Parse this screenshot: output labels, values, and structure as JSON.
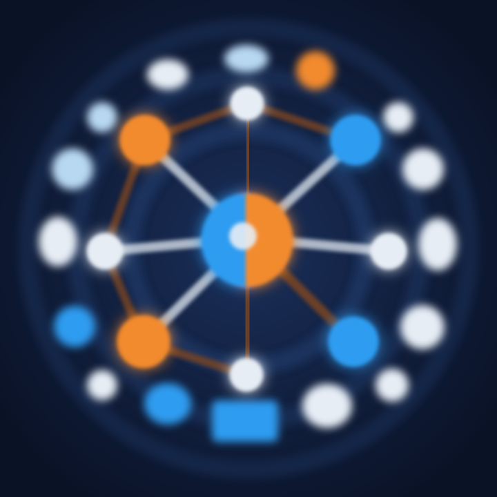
{
  "palette": {
    "background_center": "#1a2f5a",
    "background_edge": "#0a1226",
    "ring": "#1e3561",
    "orange": "#f28a2e",
    "blue": "#2f9cf0",
    "white": "#e6edf5",
    "pale_blue": "#b8d8f2",
    "link_white": "#c8d2de",
    "link_brown": "#7a4422"
  },
  "hub": {
    "name": "central-hub",
    "left_color": "blue",
    "right_color": "orange",
    "core_color": "white"
  },
  "inner_nodes": [
    {
      "name": "top-node",
      "color": "white",
      "shape": "circle"
    },
    {
      "name": "upper-left-node",
      "color": "orange",
      "shape": "circle"
    },
    {
      "name": "upper-right-node",
      "color": "blue",
      "shape": "circle"
    },
    {
      "name": "left-node",
      "color": "white",
      "shape": "circle"
    },
    {
      "name": "right-node",
      "color": "white",
      "shape": "circle"
    },
    {
      "name": "lower-left-node",
      "color": "orange",
      "shape": "circle"
    },
    {
      "name": "lower-right-node",
      "color": "blue",
      "shape": "circle"
    },
    {
      "name": "bottom-node",
      "color": "white",
      "shape": "circle"
    }
  ],
  "outer_nodes": [
    {
      "name": "outer-node-top-left",
      "color": "white",
      "shape": "pill"
    },
    {
      "name": "outer-node-top",
      "color": "pale_blue",
      "shape": "pill"
    },
    {
      "name": "outer-node-top-right",
      "color": "orange",
      "shape": "circle"
    },
    {
      "name": "outer-node-upper-left",
      "color": "pale_blue",
      "shape": "circle"
    },
    {
      "name": "outer-node-upper-right",
      "color": "white",
      "shape": "circle"
    },
    {
      "name": "outer-node-left-upper",
      "color": "pale_blue",
      "shape": "circle"
    },
    {
      "name": "outer-node-right-upper",
      "color": "white",
      "shape": "circle"
    },
    {
      "name": "outer-node-left",
      "color": "white",
      "shape": "pill"
    },
    {
      "name": "outer-node-right",
      "color": "white",
      "shape": "pill"
    },
    {
      "name": "outer-node-left-lower",
      "color": "blue",
      "shape": "circle"
    },
    {
      "name": "outer-node-right-lower",
      "color": "white",
      "shape": "circle"
    },
    {
      "name": "outer-node-lower-left",
      "color": "white",
      "shape": "circle"
    },
    {
      "name": "outer-node-lower-right",
      "color": "white",
      "shape": "circle"
    },
    {
      "name": "outer-node-bottom-left",
      "color": "blue",
      "shape": "circle"
    },
    {
      "name": "outer-node-bottom",
      "color": "blue",
      "shape": "rect"
    },
    {
      "name": "outer-node-bottom-right",
      "color": "white",
      "shape": "circle"
    }
  ]
}
